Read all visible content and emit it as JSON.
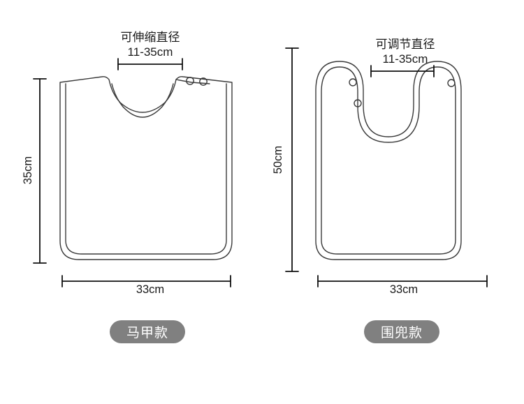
{
  "page": {
    "background_color": "#ffffff",
    "line_color": "#3a3a3a",
    "dimension_color": "#111111",
    "badge_color": "#808080",
    "badge_text_color": "#ffffff"
  },
  "products": [
    {
      "id": "vest-style",
      "badge_label": "马甲款",
      "neck_label_line1": "可伸缩直径",
      "neck_label_line2": "11-35cm",
      "height_label": "35cm",
      "width_label": "33cm",
      "snap_count": 2
    },
    {
      "id": "bib-style",
      "badge_label": "围兜款",
      "neck_label_line1": "可调节直径",
      "neck_label_line2": "11-35cm",
      "height_label": "50cm",
      "width_label": "33cm",
      "snap_count": 3
    }
  ]
}
